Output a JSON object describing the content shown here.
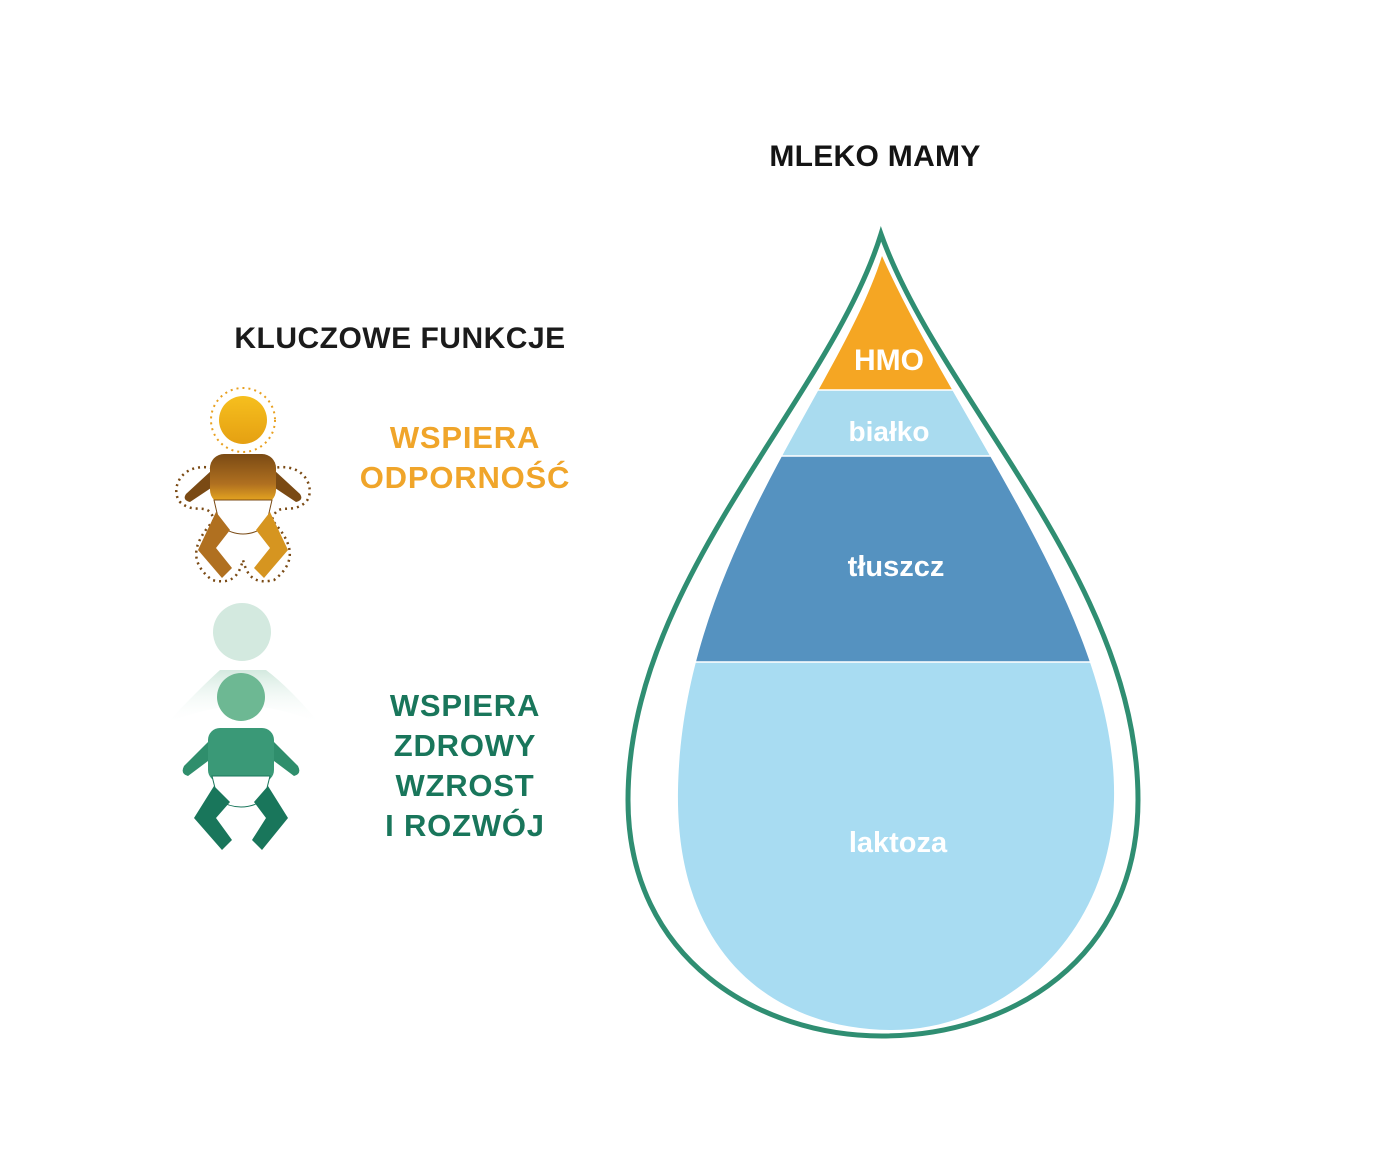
{
  "colors": {
    "hmo": "#f5a623",
    "protein": "#a9dbef",
    "fat": "#5592c0",
    "lactose": "#a8dcf2",
    "outline": "#2f8e72",
    "immunity": "#f0a52a",
    "growth": "#19765b"
  },
  "key_functions": {
    "title": "KLUCZOWE FUNKCJE",
    "items": [
      {
        "icon": "baby-immunity-icon",
        "lines": [
          "WSPIERA",
          "ODPORNOŚĆ"
        ]
      },
      {
        "icon": "baby-growth-icon",
        "lines": [
          "WSPIERA",
          "ZDROWY",
          "WZROST",
          "I ROZWÓJ"
        ]
      }
    ]
  },
  "milk": {
    "title": "MLEKO MAMY",
    "layers": [
      {
        "label": "HMO"
      },
      {
        "label": "białko"
      },
      {
        "label": "tłuszcz"
      },
      {
        "label": "laktoza"
      }
    ]
  }
}
